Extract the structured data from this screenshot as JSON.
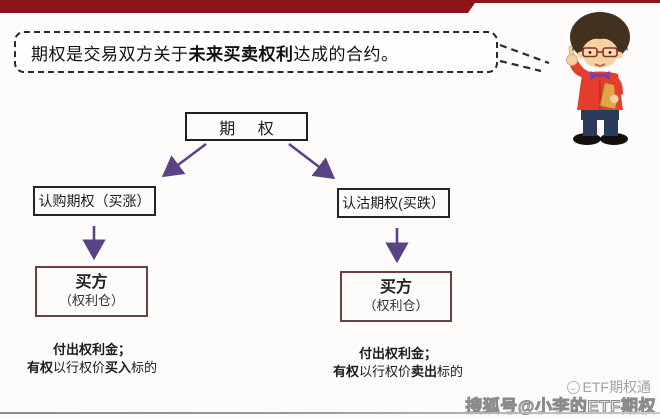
{
  "speech_bubble": {
    "text_prefix": "期权是交易双方关于",
    "text_bold": "未来买卖权利",
    "text_suffix": "达成的合约。"
  },
  "flowchart": {
    "root_label": "期 权",
    "branches": [
      {
        "label": "认购期权（买涨）",
        "buyer_line1": "买方",
        "buyer_line2": "（权利仓）",
        "caption_line1": "付出权利金；",
        "caption_bold1": "有权",
        "caption_mid": "以行权价",
        "caption_bold2": "买入",
        "caption_suffix": "标的"
      },
      {
        "label": "认沽期权(买跌）",
        "buyer_line1": "买方",
        "buyer_line2": "（权利仓）",
        "caption_line1": "付出权利金；",
        "caption_bold1": "有权",
        "caption_mid": "以行权价",
        "caption_bold2": "卖出",
        "caption_suffix": "标的"
      }
    ]
  },
  "watermarks": {
    "brand": "ETF期权通",
    "account": "搜狐号@小李的ETF期权"
  },
  "colors": {
    "top_bar": "#8e1418",
    "arrow_purple": "#5a4287",
    "buyer_box_border": "#6b4040",
    "watermark_gray": "#a2a2a2"
  }
}
